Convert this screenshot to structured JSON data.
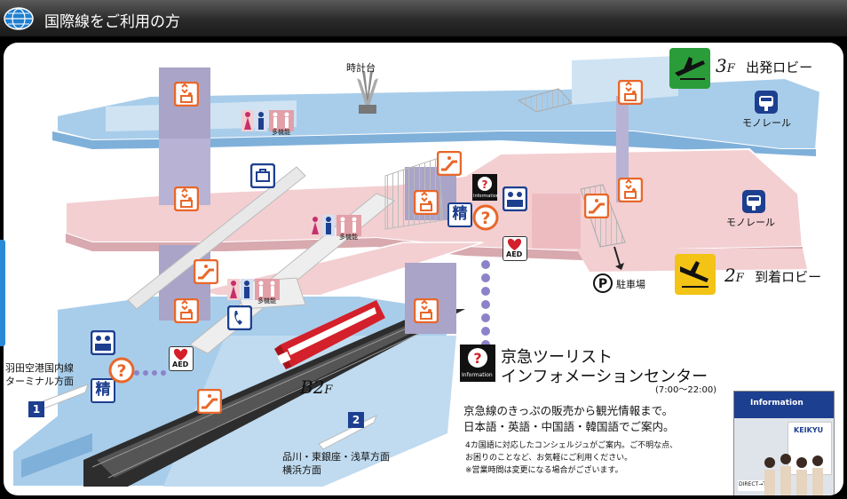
{
  "header": {
    "title": "国際線をご利用の方",
    "icon": "globe-icon"
  },
  "floors": {
    "f3": {
      "label": "3",
      "unit": "F",
      "name": "出発ロビー",
      "icon": "departure-plane-icon",
      "color": "#2a9d3a"
    },
    "f2": {
      "label": "2",
      "unit": "F",
      "name": "到着ロビー",
      "icon": "arrival-plane-icon",
      "color": "#f3c316"
    },
    "b2": {
      "label": "B2",
      "unit": "F"
    }
  },
  "labels": {
    "clock_tower": "時計台",
    "monorail_3f": "モノレール",
    "monorail_2f": "モノレール",
    "parking": "駐車場",
    "domestic_direction_1": "羽田空港国内線",
    "domestic_direction_2": "ターミナル方面",
    "south_direction_1": "品川・東銀座・浅草方面",
    "south_direction_2": "横浜方面",
    "multi_purpose": "多機能",
    "aed": "AED",
    "information": "Information",
    "ticket_office": "精",
    "platform_1": "1",
    "platform_2": "2"
  },
  "info_center": {
    "title_line1": "京急ツーリスト",
    "title_line2": "インフォメーションセンター",
    "hours": "(7:00〜22:00)",
    "desc_line1": "京急線のきっぷの販売から観光情報まで。",
    "desc_line2": "日本語・英語・中国語・韓国語でご案内。",
    "note_line1": "4カ国語に対応したコンシェルジュがご案内。ご不明な点、",
    "note_line2": "お困りのことなど、お気軽にご利用ください。",
    "note_line3": "※営業時間は変更になる場合がございます。"
  },
  "photo": {
    "sign": "Information",
    "brand": "KEIKYU",
    "sub": "DIRECT→TO"
  },
  "colors": {
    "floor_blue": "#a8cdea",
    "floor_pink": "#f3cfd2",
    "pillar": "#a9a4c8",
    "accent_orange": "#e8672a",
    "navy": "#1d3f8f",
    "train_red": "#d4202a"
  }
}
